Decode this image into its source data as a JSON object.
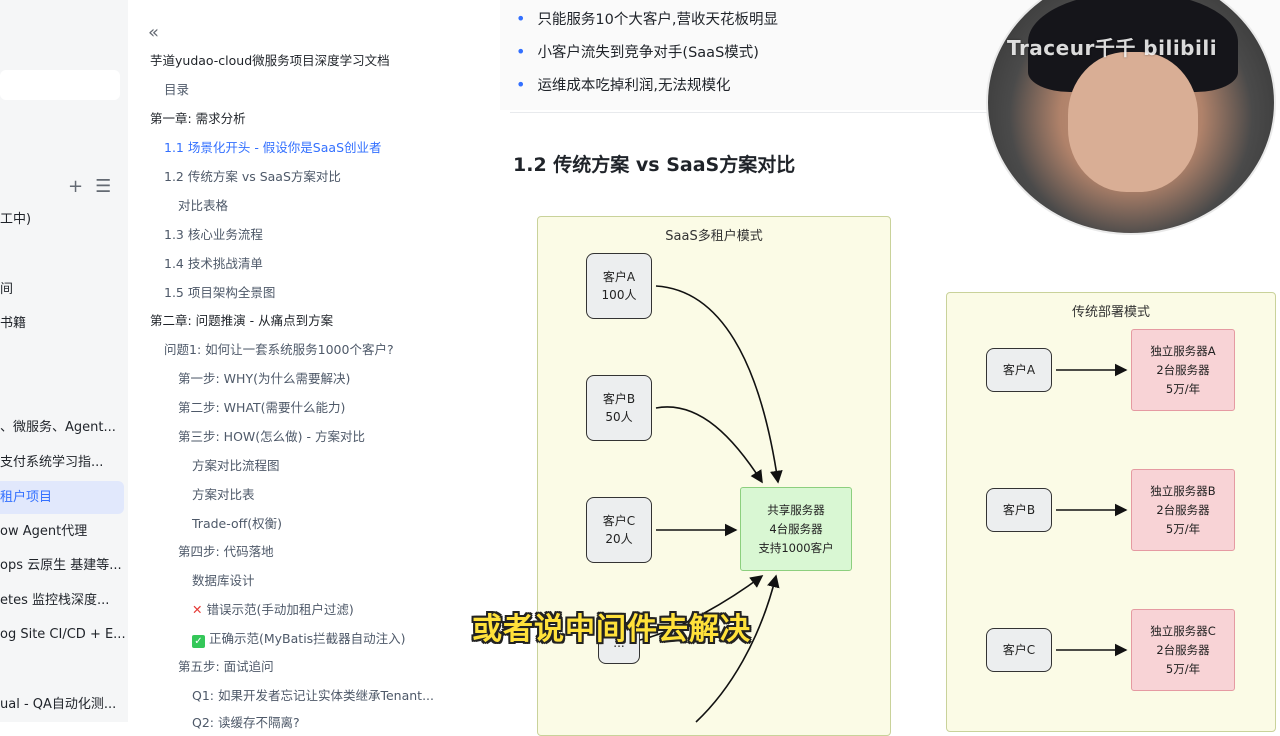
{
  "left_sidebar": {
    "items": [
      {
        "label": "工中)",
        "active": false
      },
      {
        "label": "间",
        "active": false
      },
      {
        "label": "书籍",
        "active": false
      },
      {
        "label": "、微服务、Agent...",
        "active": false
      },
      {
        "label": "支付系统学习指...",
        "active": false
      },
      {
        "label": "租户项目",
        "active": true
      },
      {
        "label": "ow Agent代理",
        "active": false
      },
      {
        "label": "ops 云原生 基建等...",
        "active": false
      },
      {
        "label": "etes 监控栈深度...",
        "active": false
      },
      {
        "label": "og Site CI/CD + E...",
        "active": false
      },
      {
        "label": "ual - QA自动化测...",
        "active": false
      }
    ],
    "add_icon": "plus-icon",
    "list_icon": "list-icon"
  },
  "toc": {
    "collapse_icon": "«",
    "items": [
      {
        "label": "芋道yudao-cloud微服务项目深度学习文档",
        "level": 0
      },
      {
        "label": "目录",
        "level": 1
      },
      {
        "label": "第一章: 需求分析",
        "level": 0
      },
      {
        "label": "1.1 场景化开头 - 假设你是SaaS创业者",
        "level": 1,
        "active": true
      },
      {
        "label": "1.2 传统方案 vs SaaS方案对比",
        "level": 1
      },
      {
        "label": "对比表格",
        "level": 2
      },
      {
        "label": "1.3 核心业务流程",
        "level": 1
      },
      {
        "label": "1.4 技术挑战清单",
        "level": 1
      },
      {
        "label": "1.5 项目架构全景图",
        "level": 1
      },
      {
        "label": "第二章: 问题推演 - 从痛点到方案",
        "level": 0
      },
      {
        "label": "问题1: 如何让一套系统服务1000个客户?",
        "level": 1
      },
      {
        "label": "第一步: WHY(为什么需要解决)",
        "level": 2
      },
      {
        "label": "第二步: WHAT(需要什么能力)",
        "level": 2
      },
      {
        "label": "第三步: HOW(怎么做) - 方案对比",
        "level": 2
      },
      {
        "label": "方案对比流程图",
        "level": 3
      },
      {
        "label": "方案对比表",
        "level": 3
      },
      {
        "label": "Trade-off(权衡)",
        "level": 3
      },
      {
        "label": "第四步: 代码落地",
        "level": 2
      },
      {
        "label": "数据库设计",
        "level": 3
      },
      {
        "label": "错误示范(手动加租户过滤)",
        "level": 3,
        "mark": "x"
      },
      {
        "label": "正确示范(MyBatis拦截器自动注入)",
        "level": 3,
        "mark": "ok"
      },
      {
        "label": "第五步: 面试追问",
        "level": 2
      },
      {
        "label": "Q1: 如果开发者忘记让实体类继承Tenant...",
        "level": 3
      },
      {
        "label": "Q2: 读缓存不隔离?",
        "level": 3
      }
    ]
  },
  "main": {
    "bullets": [
      "只能服务10个大客户,营收天花板明显",
      "小客户流失到竞争对手(SaaS模式)",
      "运维成本吃掉利润,无法规模化"
    ],
    "heading": "1.2 传统方案 vs SaaS方案对比",
    "saas_panel": {
      "title": "SaaS多租户模式",
      "customers": [
        {
          "name": "客户A",
          "count": "100人"
        },
        {
          "name": "客户B",
          "count": "50人"
        },
        {
          "name": "客户C",
          "count": "20人"
        },
        {
          "name": "...",
          "count": ""
        }
      ],
      "server": [
        "共享服务器",
        "4台服务器",
        "支持1000客户"
      ]
    },
    "traditional_panel": {
      "title": "传统部署模式",
      "rows": [
        {
          "customer": "客户A",
          "server": [
            "独立服务器A",
            "2台服务器",
            "5万/年"
          ]
        },
        {
          "customer": "客户B",
          "server": [
            "独立服务器B",
            "2台服务器",
            "5万/年"
          ]
        },
        {
          "customer": "客户C",
          "server": [
            "独立服务器C",
            "2台服务器",
            "5万/年"
          ]
        }
      ]
    }
  },
  "overlay": {
    "watermark": "Traceur千千 bilibili",
    "subtitle": "或者说中间件去解决"
  },
  "colors": {
    "accent": "#3370ff",
    "saas_server_fill": "#d9f7d3",
    "traditional_server_fill": "#f8d3d6",
    "panel_fill": "#fbfbe6",
    "subtitle": "#ffe13a"
  }
}
